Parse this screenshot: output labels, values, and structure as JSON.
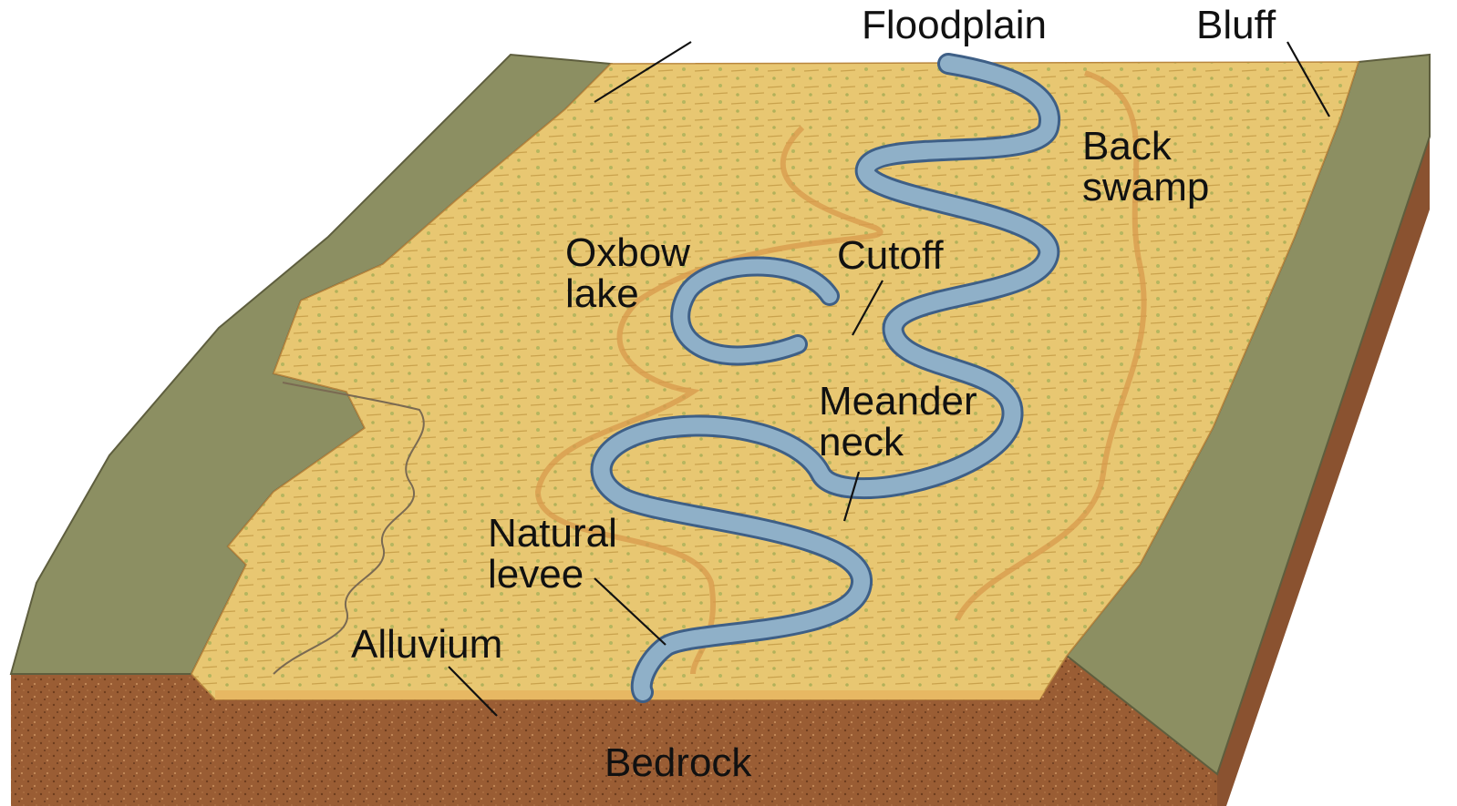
{
  "labels": {
    "floodplain": "Floodplain",
    "bluff": "Bluff",
    "back_swamp_1": "Back",
    "back_swamp_2": "swamp",
    "oxbow_1": "Oxbow",
    "oxbow_2": "lake",
    "cutoff": "Cutoff",
    "meander_neck_1": "Meander",
    "meander_neck_2": "neck",
    "natural_levee_1": "Natural",
    "natural_levee_2": "levee",
    "alluvium": "Alluvium",
    "bedrock": "Bedrock"
  },
  "colors": {
    "floodplain": "#e6c66e",
    "floodplain_green": "#a8b45a",
    "levee_orange": "#d89a4c",
    "river": "#8fb0c8",
    "river_edge": "#3e5f86",
    "bluff_top": "#8c8f62",
    "bedrock": "#9a5d34",
    "alluvium": "#e7b863"
  }
}
